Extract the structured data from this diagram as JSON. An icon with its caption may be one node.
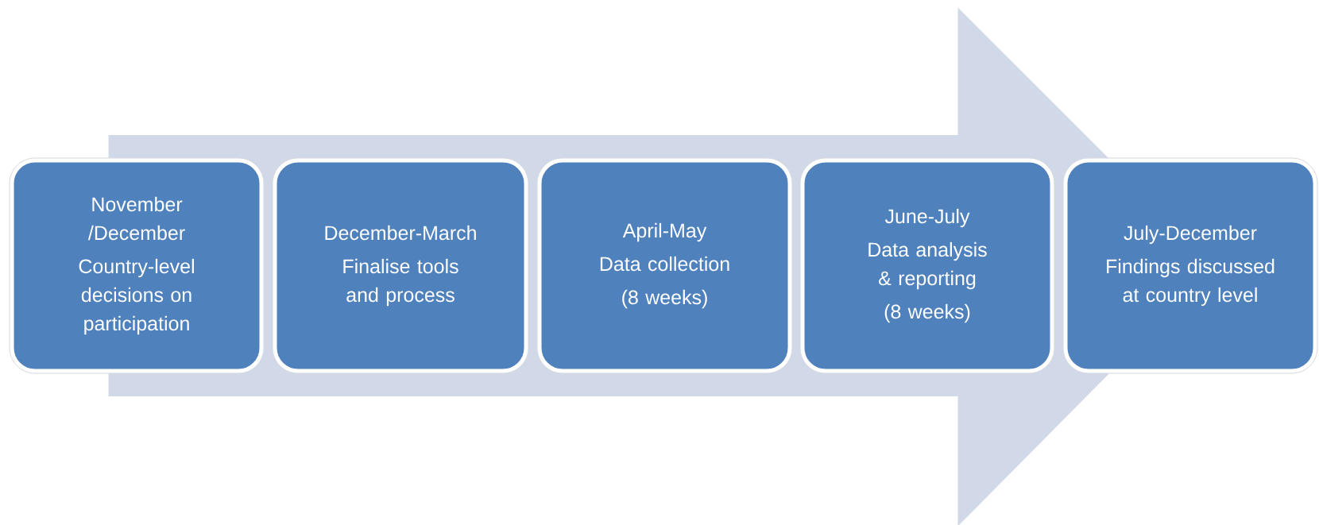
{
  "diagram": {
    "nodes": [
      {
        "text": [
          "November /December",
          "Country-level decisions on participation"
        ]
      },
      {
        "text": [
          "December-March",
          "Finalise tools and process"
        ]
      },
      {
        "text": [
          "April-May",
          "Data collection",
          "(8 weeks)"
        ]
      },
      {
        "text": [
          "June-July",
          "Data analysis & reporting",
          "(8 weeks)"
        ]
      },
      {
        "text": [
          "July-December",
          "Findings discussed at country level"
        ]
      }
    ],
    "edges": [
      {
        "from": 0,
        "to": 4,
        "arrow": "to"
      }
    ]
  }
}
